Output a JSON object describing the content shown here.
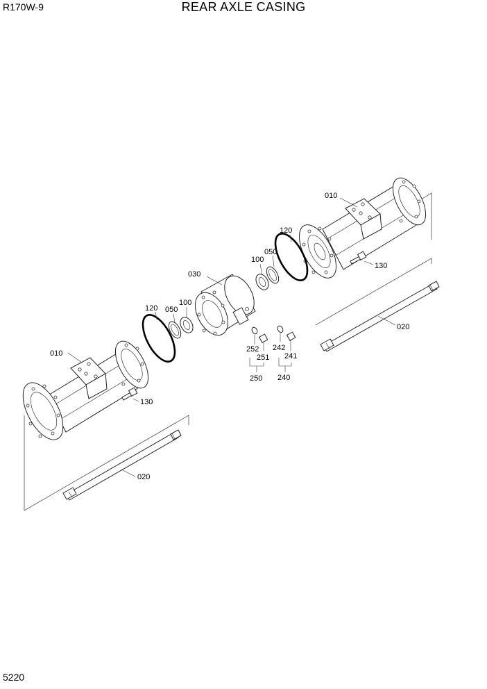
{
  "header": {
    "model": "R170W-9",
    "title": "REAR AXLE CASING",
    "page_number": "5220"
  },
  "callouts": {
    "casing_right": "010",
    "casing_left": "010",
    "shaft_right": "020",
    "shaft_left": "020",
    "center_housing": "030",
    "ring_050_right": "050",
    "ring_050_left": "050",
    "bearing_100_right": "100",
    "bearing_100_left": "100",
    "oring_120_right": "120",
    "oring_120_left": "120",
    "bolt_130_right": "130",
    "bolt_130_left": "130",
    "plug_240": "240",
    "plug_241": "241",
    "oring_242": "242",
    "plug_250": "250",
    "plug_251": "251",
    "oring_252": "252"
  }
}
